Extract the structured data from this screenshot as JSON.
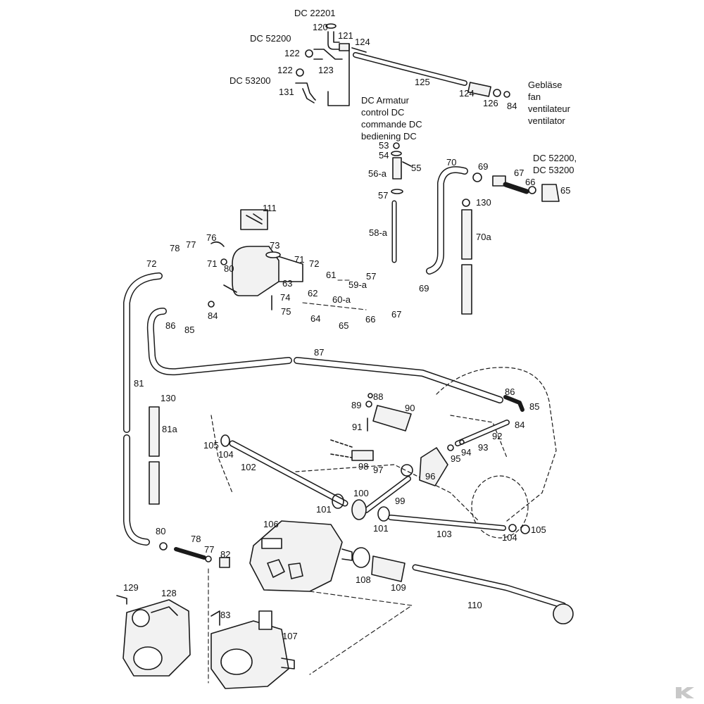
{
  "labels": {
    "dc_22201": "DC 22201",
    "dc_52200_top": "DC 52200",
    "dc_53200_top": "DC 53200",
    "fan_lines": [
      "Gebläse",
      "fan",
      "ventilateur",
      "ventilator"
    ],
    "control_lines": [
      "DC Armatur",
      "control DC",
      "commande DC",
      "bediening DC"
    ],
    "dc_52200_right": "DC 52200,",
    "dc_53200_right": "DC 53200"
  },
  "parts": [
    "120",
    "121",
    "124",
    "122",
    "123",
    "122",
    "131",
    "125",
    "124",
    "126",
    "84",
    "53",
    "54",
    "55",
    "56-a",
    "57",
    "70",
    "69",
    "67",
    "66",
    "65",
    "130",
    "58-a",
    "70a",
    "111",
    "76",
    "77",
    "78",
    "73",
    "72",
    "71",
    "80",
    "71",
    "72",
    "63",
    "61",
    "57",
    "59-a",
    "62",
    "60-a",
    "69",
    "74",
    "75",
    "67",
    "86",
    "85",
    "84",
    "64",
    "66",
    "65",
    "87",
    "81",
    "130",
    "81a",
    "88",
    "89",
    "90",
    "91",
    "86",
    "85",
    "84",
    "92",
    "93",
    "94",
    "95",
    "105",
    "104",
    "98",
    "97",
    "102",
    "96",
    "100",
    "99",
    "101",
    "101",
    "103",
    "104",
    "105",
    "106",
    "80",
    "78",
    "77",
    "82",
    "108",
    "109",
    "110",
    "129",
    "128",
    "83",
    "107"
  ],
  "colors": {
    "line": "#1a1a1a",
    "fill": "#f2f2f2",
    "shade": "#cfcfcf",
    "brand": "#c8c8c8"
  }
}
